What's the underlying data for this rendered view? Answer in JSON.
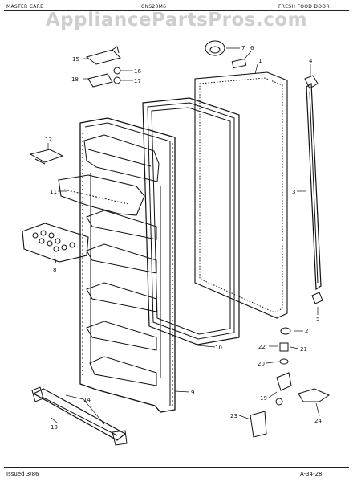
{
  "header": {
    "left": "MASTER CARE",
    "center": "CNS20M6",
    "right": "FRESH FOOD DOOR"
  },
  "watermark": "AppliancePartsPros.com",
  "footer": {
    "issued": "Issued 3/86",
    "page_code": "A-34-28"
  },
  "callouts": [
    "1",
    "2",
    "3",
    "4",
    "5",
    "6",
    "7",
    "8",
    "9",
    "10",
    "11",
    "12",
    "13",
    "14",
    "15",
    "16",
    "17",
    "18",
    "19",
    "20",
    "21",
    "22",
    "23",
    "24"
  ],
  "colors": {
    "ink": "#111111",
    "watermark": "#a5a5a5",
    "background": "#ffffff"
  }
}
